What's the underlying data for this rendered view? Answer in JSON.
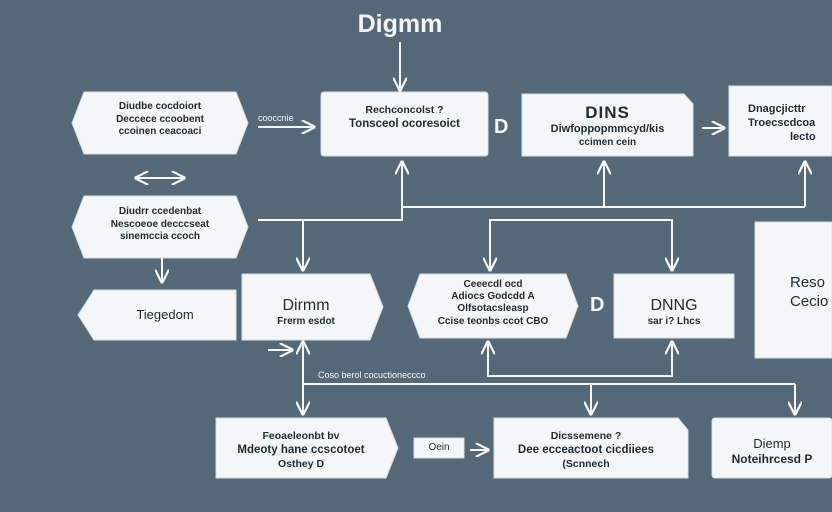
{
  "title": "Digmm",
  "nodes": {
    "left_top": {
      "lines": [
        "Diudbe cocdoiort",
        "Deccece ccoobent",
        "ccoinen ceacoaci"
      ]
    },
    "center_top": {
      "lines": [
        "Rechconcolst ?",
        "Tonsceol ocoresoict"
      ]
    },
    "dins": {
      "title": "DINS",
      "lines": [
        "Diwfoppopmmcyd/kis",
        "ccimen cein"
      ]
    },
    "right_top": {
      "lines": [
        "Dnagcjicttr",
        "Troecscdcoa",
        "lecto"
      ]
    },
    "left_mid": {
      "lines": [
        "Diudrr ccedenbat",
        "Nescoeoe decccseat",
        "sinemccia ccoch"
      ]
    },
    "tiegedom": {
      "lines": [
        "Tiegedom"
      ]
    },
    "dirmm": {
      "title": "Dirmm",
      "lines": [
        "Frerm esdot"
      ]
    },
    "center_mid": {
      "lines": [
        "Ceeecdl ocd",
        "Adiocs Godcdd A",
        "Olfsotacsleasp",
        "Ccise teonbs ccot CBO"
      ]
    },
    "dnng": {
      "title": "DNNG",
      "lines": [
        "sar i? Lhcs"
      ]
    },
    "right_mid": {
      "lines": [
        "Reso",
        "Cecio"
      ]
    },
    "bottom_left": {
      "lines": [
        "Feoaeleonbt bv",
        "Mdeoty hane ccscotoet",
        "Osthey D"
      ]
    },
    "bottom_center": {
      "lines": [
        "Dicssemene ?",
        "Dee ecceactoot cicdiiees",
        "(Scnnech"
      ]
    },
    "bottom_right": {
      "lines": [
        "Diemp",
        "Noteihrcesd P"
      ]
    }
  },
  "side_labels": {
    "d1": "D",
    "d2": "D"
  },
  "small_labels": {
    "arrow_label": "cooccnie",
    "bus_label": "Coso berol cocuctioneccco",
    "oein": "Oein"
  }
}
